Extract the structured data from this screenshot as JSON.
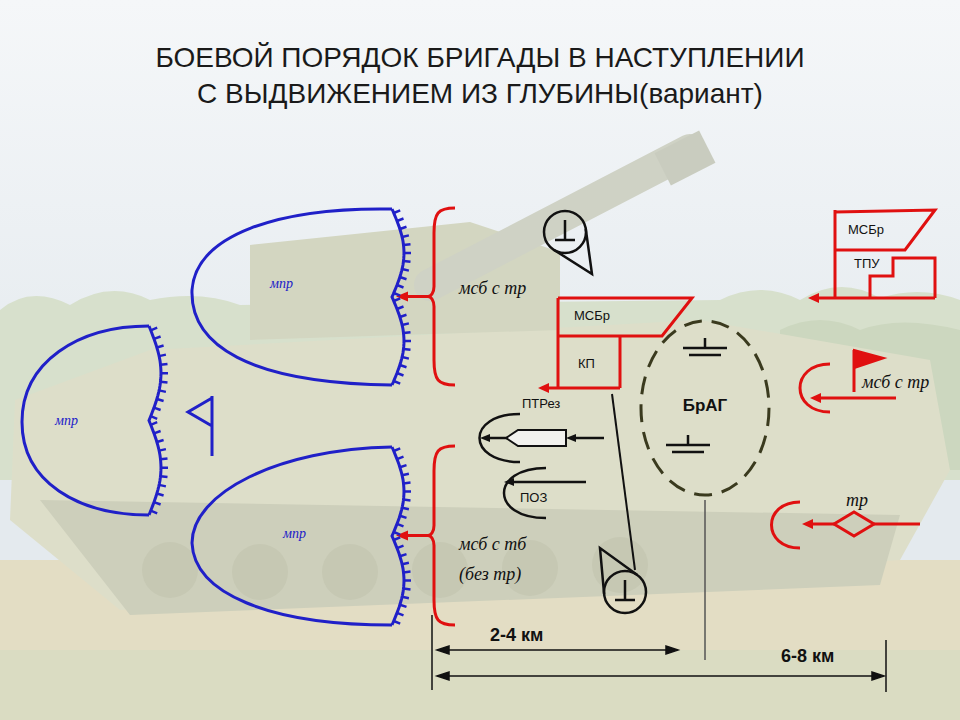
{
  "diagram": {
    "title": "БОЕВОЙ ПОРЯДОК БРИГАДЫ В НАСТУПЛЕНИИ С ВЫДВИЖЕНИЕМ ИЗ ГЛУБИНЫ(вариант)",
    "nodes": [
      {
        "text": [
          "мпр"
        ]
      },
      {
        "text": [
          "мпр"
        ]
      },
      {
        "text": [
          "мпр"
        ]
      },
      {
        "text": [
          "мсб с тр"
        ]
      },
      {
        "text": [
          "МСБр",
          "КП"
        ]
      },
      {
        "text": [
          "ПТРез"
        ]
      },
      {
        "text": [
          "ПОЗ"
        ]
      },
      {
        "text": [
          "мсб с тб (без тр)"
        ]
      },
      {
        "text": [
          "БрАГ"
        ]
      },
      {
        "text": [
          "МСБр",
          "ТПУ"
        ]
      },
      {
        "text": [
          "мсб с тр"
        ]
      },
      {
        "text": [
          "тр"
        ]
      }
    ],
    "edges": [
      {
        "from": 3,
        "to": 0,
        "arrow": "to"
      },
      {
        "from": 7,
        "to": 2,
        "arrow": "to"
      }
    ],
    "labels": [
      "2-4 км",
      "6-8 км"
    ]
  }
}
